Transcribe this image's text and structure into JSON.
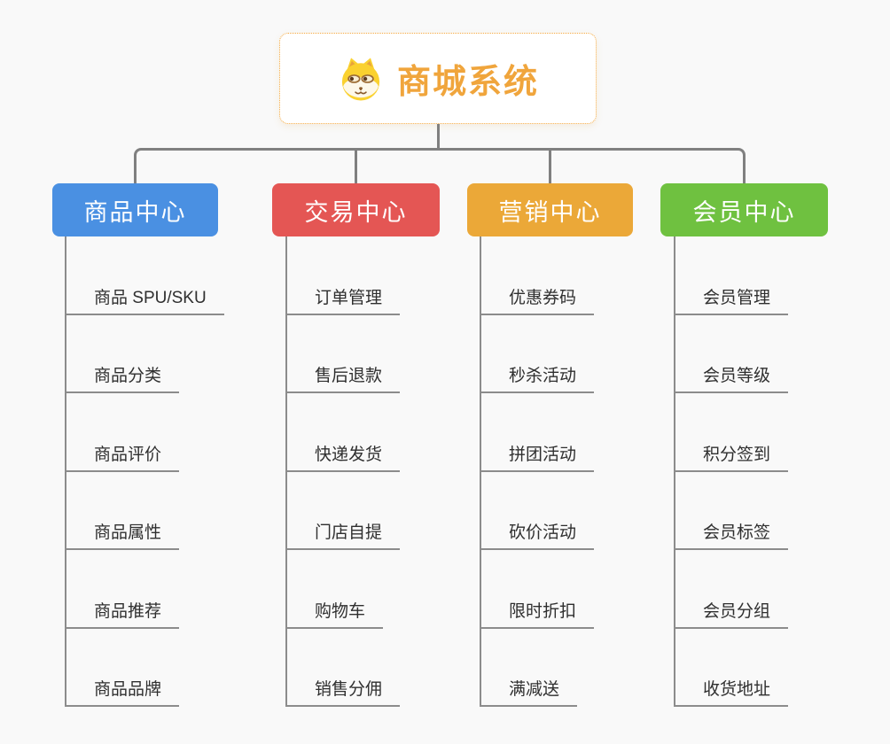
{
  "page": {
    "background": "#F9F9F9"
  },
  "root": {
    "title": "商城系统",
    "icon": "shiba-dog-face-icon",
    "text_color": "#F0A53C",
    "border_color": "#F5A940"
  },
  "branches": [
    {
      "label": "商品中心",
      "color": "#4A90E2",
      "children": [
        "商品 SPU/SKU",
        "商品分类",
        "商品评价",
        "商品属性",
        "商品推荐",
        "商品品牌"
      ]
    },
    {
      "label": "交易中心",
      "color": "#E45654",
      "children": [
        "订单管理",
        "售后退款",
        "快递发货",
        "门店自提",
        "购物车",
        "销售分佣"
      ]
    },
    {
      "label": "营销中心",
      "color": "#EBA838",
      "children": [
        "优惠券码",
        "秒杀活动",
        "拼团活动",
        "砍价活动",
        "限时折扣",
        "满减送"
      ]
    },
    {
      "label": "会员中心",
      "color": "#6FC140",
      "children": [
        "会员管理",
        "会员等级",
        "积分签到",
        "会员标签",
        "会员分组",
        "收货地址"
      ]
    }
  ],
  "connector_color": "#808080",
  "leaf_line_color": "#8C8C8C",
  "leaf_text_color": "#2F2F2F"
}
